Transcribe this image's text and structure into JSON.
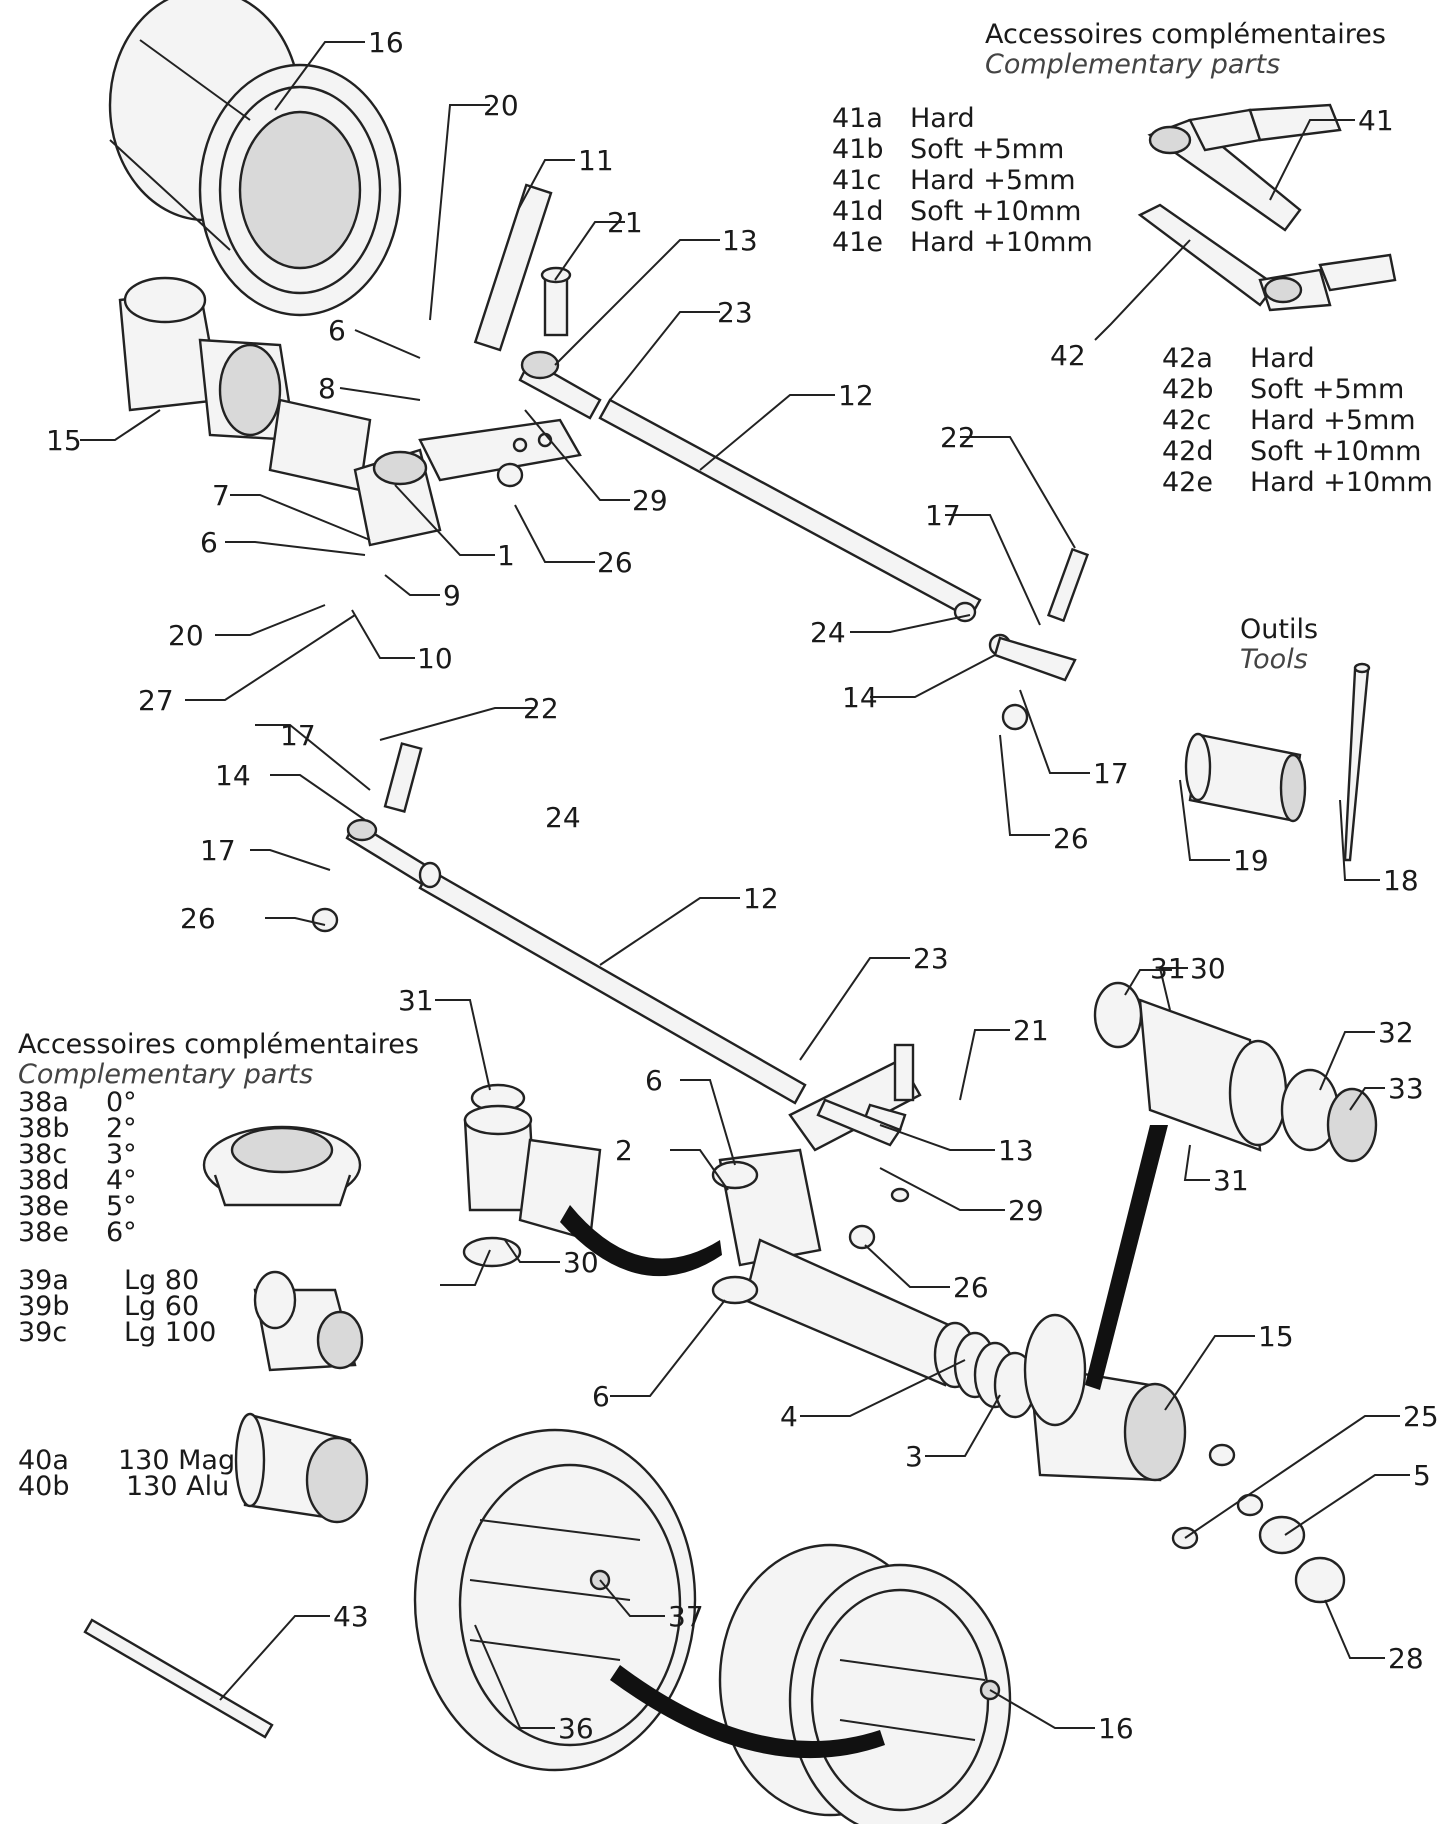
{
  "accessories_top": {
    "title": "Accessoires complémentaires",
    "subtitle": "Complementary parts"
  },
  "accessories_left": {
    "title": "Accessoires complémentaires",
    "subtitle": "Complementary parts"
  },
  "tools": {
    "title": "Outils",
    "subtitle": "Tools"
  },
  "variants_41": [
    {
      "code": "41a",
      "label": "Hard"
    },
    {
      "code": "41b",
      "label": "Soft +5mm"
    },
    {
      "code": "41c",
      "label": "Hard +5mm"
    },
    {
      "code": "41d",
      "label": "Soft +10mm"
    },
    {
      "code": "41e",
      "label": "Hard +10mm"
    }
  ],
  "variants_42": [
    {
      "code": "42a",
      "label": "Hard"
    },
    {
      "code": "42b",
      "label": "Soft +5mm"
    },
    {
      "code": "42c",
      "label": "Hard +5mm"
    },
    {
      "code": "42d",
      "label": "Soft +10mm"
    },
    {
      "code": "42e",
      "label": "Hard +10mm"
    }
  ],
  "variants_38": [
    {
      "code": "38a",
      "label": "0°"
    },
    {
      "code": "38b",
      "label": "2°"
    },
    {
      "code": "38c",
      "label": "3°"
    },
    {
      "code": "38d",
      "label": "4°"
    },
    {
      "code": "38e",
      "label": "5°"
    },
    {
      "code": "38e",
      "label": "6°"
    }
  ],
  "variants_39": [
    {
      "code": "39a",
      "label": "Lg 80"
    },
    {
      "code": "39b",
      "label": "Lg 60"
    },
    {
      "code": "39c",
      "label": "Lg 100"
    }
  ],
  "variants_40": [
    {
      "code": "40a",
      "label": "130 Mag"
    },
    {
      "code": "40b",
      "label": "130 Alu"
    }
  ],
  "callouts": [
    "16",
    "20",
    "11",
    "21",
    "13",
    "23",
    "6",
    "8",
    "15",
    "12",
    "29",
    "7",
    "1",
    "26",
    "6",
    "9",
    "22",
    "17",
    "20",
    "10",
    "24",
    "14",
    "27",
    "22",
    "17",
    "14",
    "24",
    "17",
    "26",
    "17",
    "26",
    "19",
    "18",
    "12",
    "23",
    "31",
    "30",
    "21",
    "32",
    "33",
    "6",
    "31",
    "2",
    "13",
    "29",
    "31",
    "30",
    "26",
    "6",
    "15",
    "4",
    "3",
    "25",
    "5",
    "37",
    "43",
    "36",
    "16",
    "28",
    "41",
    "42"
  ]
}
